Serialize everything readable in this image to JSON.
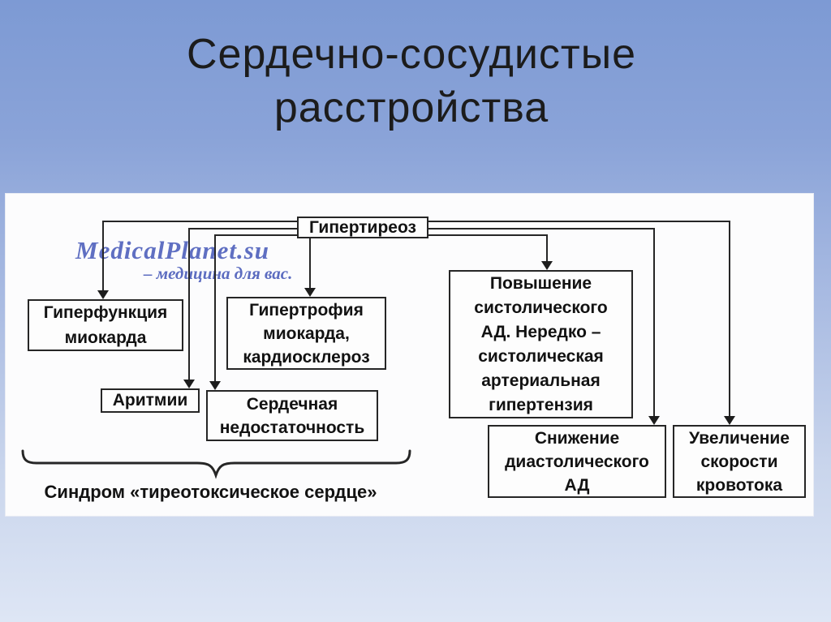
{
  "slide": {
    "title": "Сердечно-сосудистые\nрасстройства"
  },
  "watermark": {
    "brand": "MedicalPlanet.su",
    "tagline": "– медицина для вас."
  },
  "diagram": {
    "type": "flowchart",
    "root": {
      "id": "hyperthyroidism",
      "label": "Гипертиреоз"
    },
    "nodes": [
      {
        "id": "myocardial-hyperfunction",
        "label": "Гиперфункция\nмиокарда"
      },
      {
        "id": "myocardial-hypertrophy",
        "label": "Гипертрофия\nмиокарда,\nкардиосклероз"
      },
      {
        "id": "arrhythmias",
        "label": "Аритмии"
      },
      {
        "id": "heart-failure",
        "label": "Сердечная\nнедостаточность"
      },
      {
        "id": "systolic-bp-increase",
        "label": "Повышение\nсистолического\nАД. Нередко –\nсистолическая\nартериальная\nгипертензия"
      },
      {
        "id": "diastolic-bp-decrease",
        "label": "Снижение\nдиастолического\nАД"
      },
      {
        "id": "blood-flow-velocity-increase",
        "label": "Увеличение\nскорости\nкровотока"
      }
    ],
    "edges": [
      {
        "from": "hyperthyroidism",
        "to": "myocardial-hyperfunction"
      },
      {
        "from": "hyperthyroidism",
        "to": "myocardial-hypertrophy"
      },
      {
        "from": "hyperthyroidism",
        "to": "arrhythmias"
      },
      {
        "from": "hyperthyroidism",
        "to": "heart-failure"
      },
      {
        "from": "hyperthyroidism",
        "to": "systolic-bp-increase"
      },
      {
        "from": "hyperthyroidism",
        "to": "diastolic-bp-decrease"
      },
      {
        "from": "hyperthyroidism",
        "to": "blood-flow-velocity-increase"
      }
    ],
    "brace_label": "Синдром «тиреотоксическое сердце»"
  },
  "colors": {
    "background_top": "#7d9ad4",
    "background_bottom": "#dee6f5",
    "panel": "#fcfcfd",
    "line": "#262626",
    "box_text": "#121212",
    "title_text": "#1c1c1c",
    "watermark": "#5f6fc2"
  }
}
